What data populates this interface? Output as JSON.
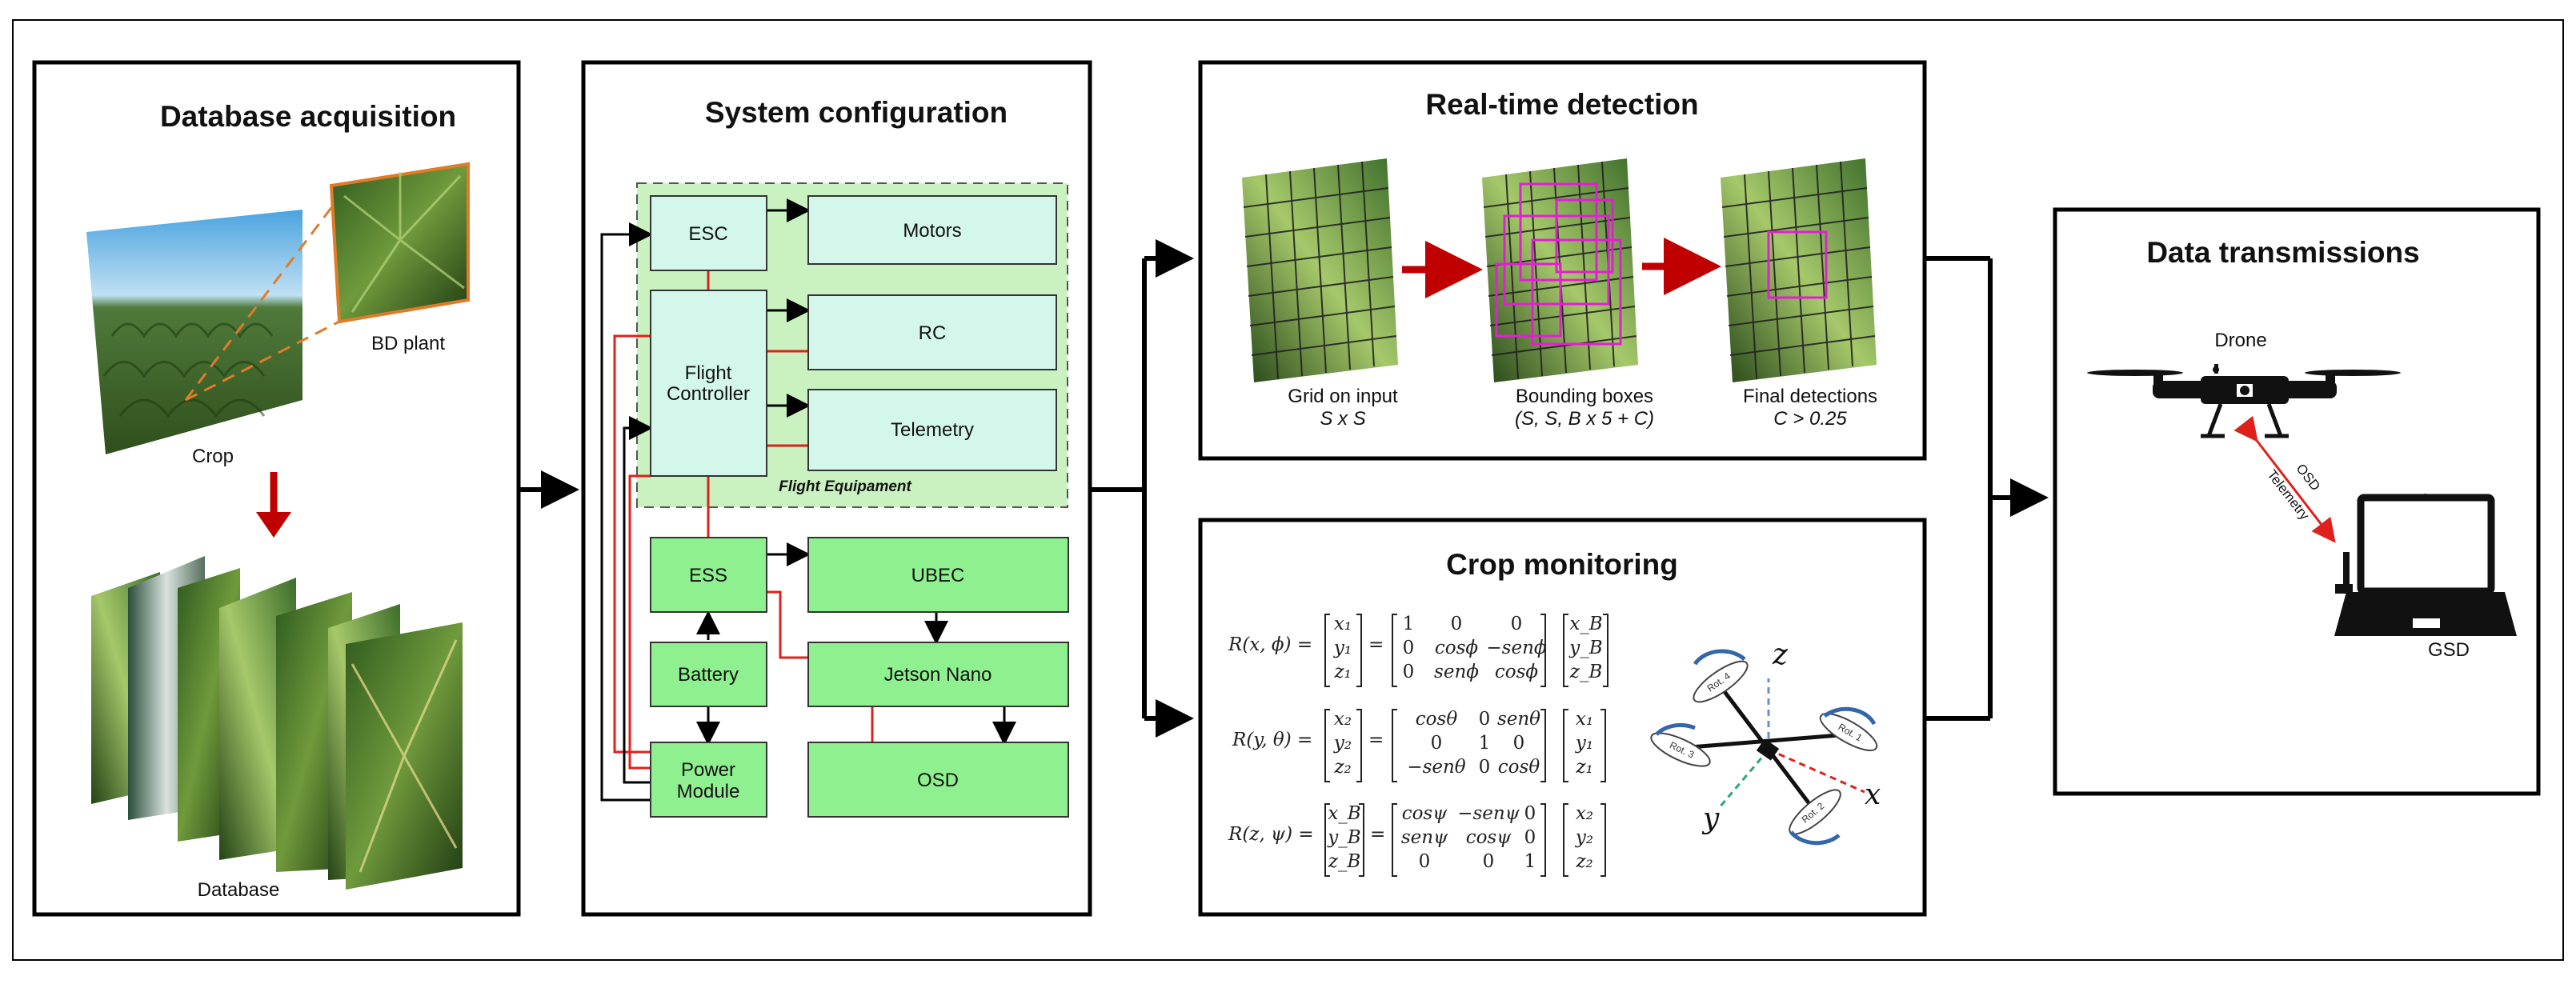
{
  "panels": {
    "database": {
      "title": "Database acquisition",
      "bd_plant": "BD plant",
      "crop": "Crop",
      "database": "Database"
    },
    "system": {
      "title": "System configuration",
      "flight_equipment": "Flight Equipament",
      "blocks": {
        "esc": "ESC",
        "motors": "Motors",
        "fc_line1": "Flight",
        "fc_line2": "Controller",
        "rc": "RC",
        "telemetry": "Telemetry",
        "ess": "ESS",
        "ubec": "UBEC",
        "battery": "Battery",
        "jetson": "Jetson Nano",
        "pm_line1": "Power",
        "pm_line2": "Module",
        "osd": "OSD"
      }
    },
    "realtime": {
      "title": "Real-time detection",
      "steps": [
        {
          "label": "Grid on input",
          "sub": "S x S"
        },
        {
          "label": "Bounding boxes",
          "sub": "(S, S, B x 5 + C)"
        },
        {
          "label": "Final detections",
          "sub": "C > 0.25"
        }
      ]
    },
    "crop_monitoring": {
      "title": "Crop monitoring",
      "equations": {
        "r1": "R(x, ϕ) =",
        "r2": "R(y, θ) =",
        "r3": "R(z, ψ) =",
        "v1": [
          "x₁",
          "y₁",
          "z₁"
        ],
        "m1": [
          [
            "1",
            "0",
            "0"
          ],
          [
            "0",
            "cosϕ",
            "−senϕ"
          ],
          [
            "0",
            "senϕ",
            "cosϕ"
          ]
        ],
        "w1": [
          "x_B",
          "y_B",
          "z_B"
        ],
        "v2": [
          "x₂",
          "y₂",
          "z₂"
        ],
        "m2": [
          [
            "cosθ",
            "0",
            "senθ"
          ],
          [
            "0",
            "1",
            "0"
          ],
          [
            "−senθ",
            "0",
            "cosθ"
          ]
        ],
        "w2": [
          "x₁",
          "y₁",
          "z₁"
        ],
        "v3": [
          "x_B",
          "y_B",
          "z_B"
        ],
        "m3": [
          [
            "cosψ",
            "−senψ",
            "0"
          ],
          [
            "senψ",
            "cosψ",
            "0"
          ],
          [
            "0",
            "0",
            "1"
          ]
        ],
        "w3": [
          "x₂",
          "y₂",
          "z₂"
        ]
      },
      "axes": {
        "z": "z",
        "x": "x",
        "y": "y"
      },
      "rotors": [
        "Rot. 1",
        "Rot. 2",
        "Rot. 3",
        "Rot. 4"
      ]
    },
    "transmission": {
      "title": "Data transmissions",
      "drone": "Drone",
      "osd": "OSD",
      "telemetry": "Telemetry",
      "gsd": "GSD"
    }
  },
  "colors": {
    "flight_equipment_bg": "#c9f2c0",
    "block_light": "#d4f7ec",
    "block_green": "#8ef08e",
    "red_arrow": "#c00000",
    "red_line": "#e0201b",
    "box_magenta": "#e020d0"
  }
}
